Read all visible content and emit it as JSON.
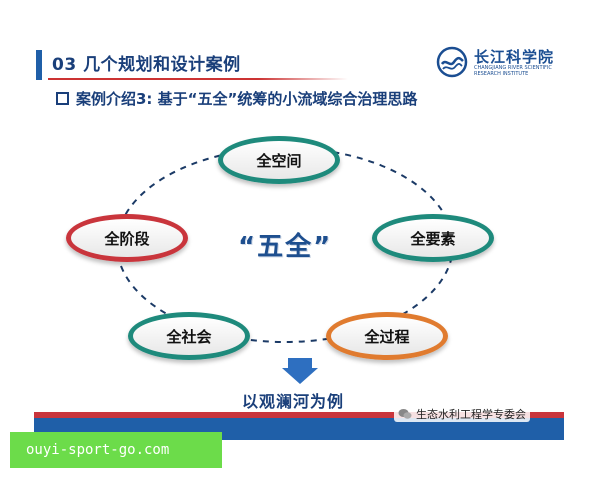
{
  "header": {
    "title": "03 几个规划和设计案例"
  },
  "logo": {
    "name_cn": "长江科学院",
    "name_en": "CHANGJIANG RIVER SCIENTIFIC RESEARCH INSTITUTE",
    "icon": "river-institute-logo-icon"
  },
  "case": {
    "text": "案例介绍3: 基于“五全”统筹的小流域综合治理思路"
  },
  "diagram": {
    "center": "“五全”",
    "nodes": {
      "space": "全空间",
      "stage": "全阶段",
      "elements": "全要素",
      "society": "全社会",
      "process": "全过程"
    },
    "colors": {
      "teal": "#1e8a7c",
      "red": "#c9353c",
      "orange": "#e07b2f"
    }
  },
  "caption": "以观澜河为例",
  "watermark": {
    "icon": "wechat-icon",
    "text": "生态水利工程学专委会"
  },
  "url_banner": "ouyi-sport-go.com"
}
